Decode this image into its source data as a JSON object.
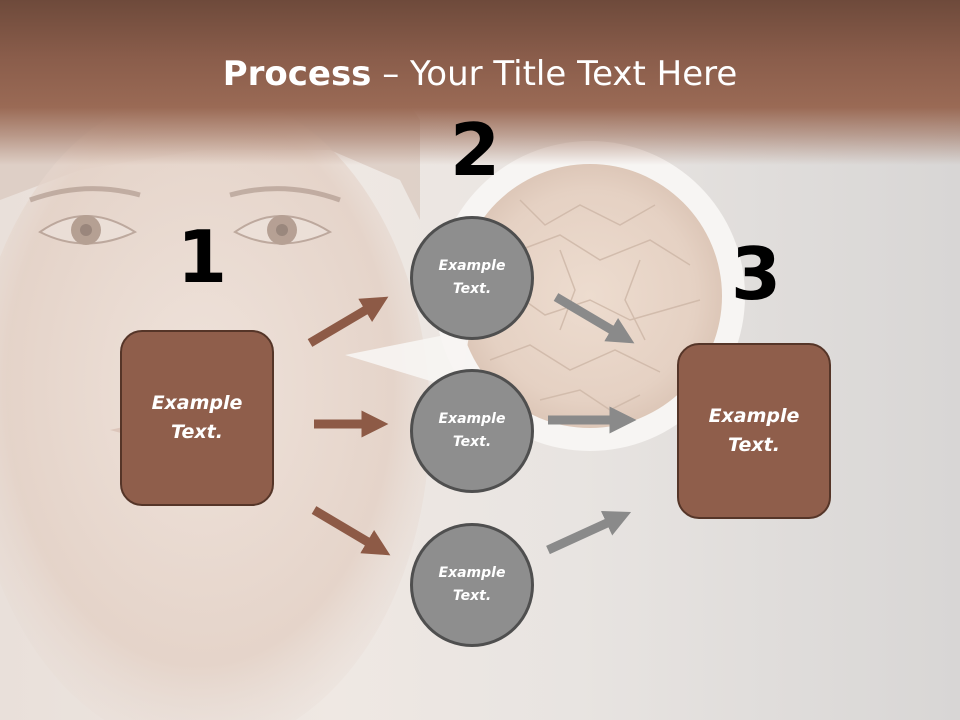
{
  "slide": {
    "title_bold": "Process",
    "title_rest": " – Your Title Text Here"
  },
  "steps": [
    {
      "number": "1",
      "box_text": "Example Text."
    },
    {
      "number": "2",
      "circles": [
        "Example Text.",
        "Example Text.",
        "Example Text."
      ]
    },
    {
      "number": "3",
      "box_text": "Example Text."
    }
  ],
  "colors": {
    "brown_box": "#8f5e4b",
    "brown_arrow": "#8d5a46",
    "gray_circle": "#8e8e8e",
    "gray_arrow": "#8a8a8a",
    "title_band": "#8a5d4b"
  }
}
